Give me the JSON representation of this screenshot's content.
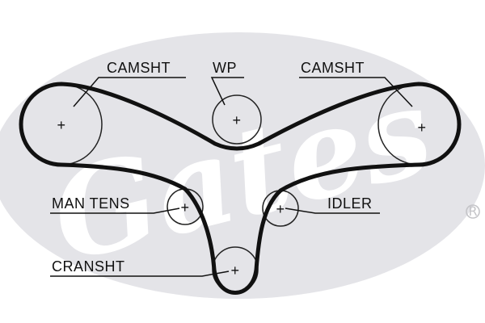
{
  "labels": {
    "camshaft_left": "CAMSHT",
    "water_pump": "WP",
    "camshaft_right": "CAMSHT",
    "manual_tensioner": "MAN TENS",
    "idler": "IDLER",
    "crankshaft": "CRANSHT"
  },
  "watermark": {
    "brand": "Gates",
    "registered_mark": "®"
  },
  "colors": {
    "belt": "#111111",
    "pulley": "#222222",
    "watermark_oval": "#e4e4e8",
    "watermark_mark": "#c4c4c8"
  },
  "pulley_marker": "+"
}
